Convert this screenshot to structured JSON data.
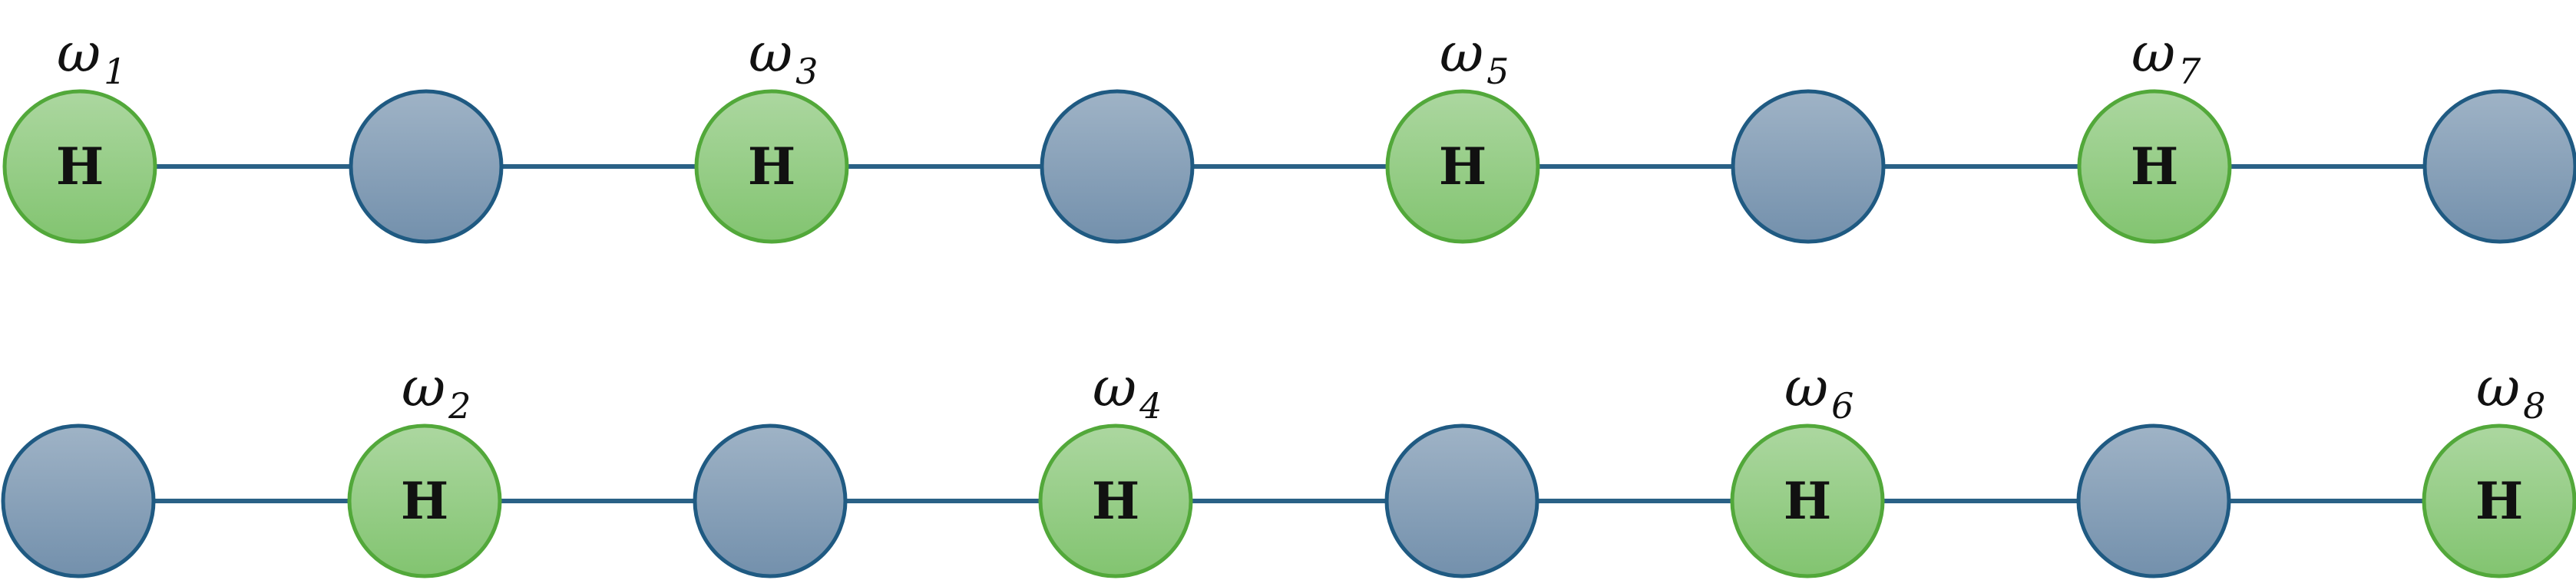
{
  "rows": [
    {
      "name": "top",
      "nodes": [
        {
          "kind": "H",
          "label": "H",
          "weight_symbol": "ω",
          "weight_sub": "1"
        },
        {
          "kind": "blank"
        },
        {
          "kind": "H",
          "label": "H",
          "weight_symbol": "ω",
          "weight_sub": "3"
        },
        {
          "kind": "blank"
        },
        {
          "kind": "H",
          "label": "H",
          "weight_symbol": "ω",
          "weight_sub": "5"
        },
        {
          "kind": "blank"
        },
        {
          "kind": "H",
          "label": "H",
          "weight_symbol": "ω",
          "weight_sub": "7"
        },
        {
          "kind": "blank"
        }
      ]
    },
    {
      "name": "bottom",
      "nodes": [
        {
          "kind": "blank"
        },
        {
          "kind": "H",
          "label": "H",
          "weight_symbol": "ω",
          "weight_sub": "2"
        },
        {
          "kind": "blank"
        },
        {
          "kind": "H",
          "label": "H",
          "weight_symbol": "ω",
          "weight_sub": "4"
        },
        {
          "kind": "blank"
        },
        {
          "kind": "H",
          "label": "H",
          "weight_symbol": "ω",
          "weight_sub": "6"
        },
        {
          "kind": "blank"
        },
        {
          "kind": "H",
          "label": "H",
          "weight_symbol": "ω",
          "weight_sub": "8"
        }
      ]
    }
  ],
  "colors": {
    "h_fill_top": "#acd7a0",
    "h_fill_bottom": "#82c470",
    "h_stroke": "#52a83a",
    "blank_fill_top": "#9fb3c6",
    "blank_fill_bottom": "#7390ac",
    "blank_stroke": "#1f5a82",
    "edge": "#2a6186"
  }
}
